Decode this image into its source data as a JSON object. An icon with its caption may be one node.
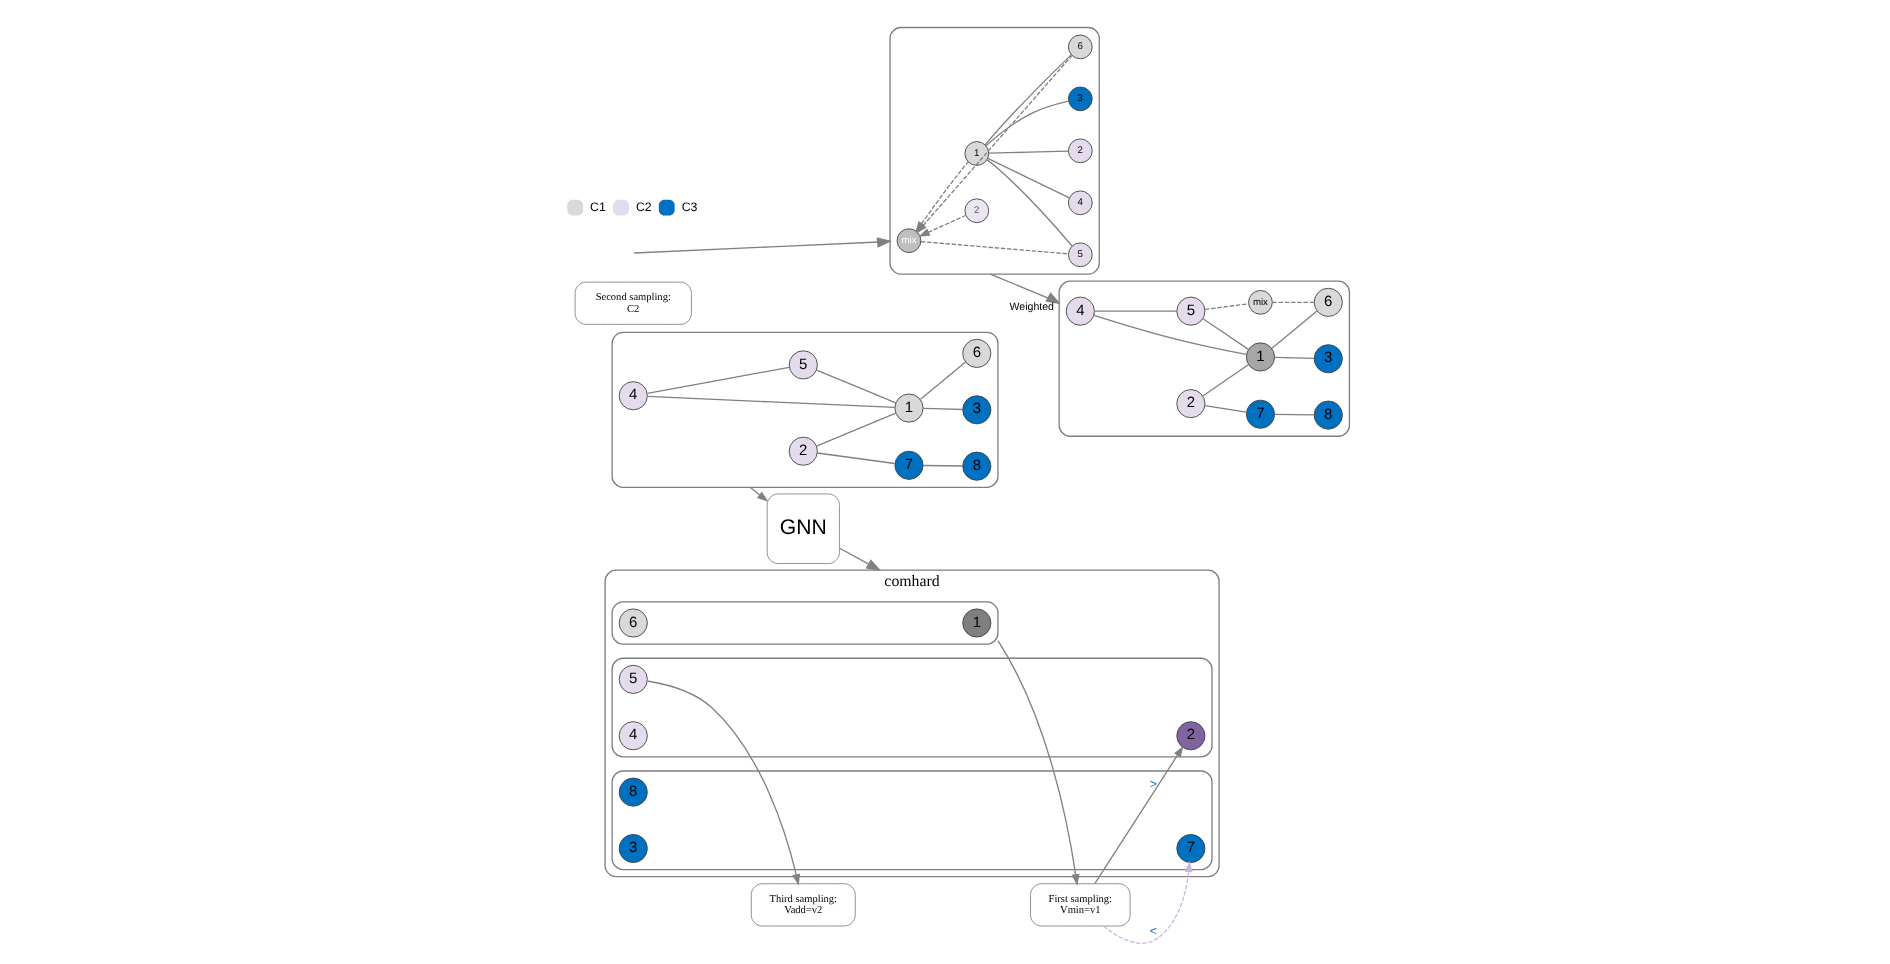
{
  "diagram": {
    "nodes": [
      {
        "text": [],
        "shape": "box"
      },
      {
        "text": [
          "4"
        ],
        "in": 0
      },
      {
        "text": [
          "2"
        ],
        "in": 0
      },
      {
        "text": [
          "7"
        ],
        "in": 0
      },
      {
        "text": [
          "1"
        ],
        "in": 0
      },
      {
        "text": [
          "8"
        ],
        "in": 0
      },
      {
        "text": [
          "5"
        ],
        "in": 0
      },
      {
        "text": [
          "3"
        ],
        "in": 0
      },
      {
        "text": [
          "6"
        ],
        "in": 0
      },
      {
        "text": [
          "GNN"
        ]
      },
      {
        "text": [
          "comhard"
        ]
      },
      {
        "text": [],
        "shape": "box",
        "in": 10
      },
      {
        "text": [
          "1"
        ],
        "in": 11
      },
      {
        "text": [
          "6"
        ],
        "in": 11
      },
      {
        "text": [],
        "shape": "box",
        "in": 10
      },
      {
        "text": [
          "2"
        ],
        "in": 14
      },
      {
        "text": [
          "5"
        ],
        "in": 14
      },
      {
        "text": [
          "4"
        ],
        "in": 14
      },
      {
        "text": [],
        "shape": "box",
        "in": 10
      },
      {
        "text": [
          "8"
        ],
        "in": 18
      },
      {
        "text": [
          "7"
        ],
        "in": 18
      },
      {
        "text": [
          "3"
        ],
        "in": 18
      },
      {
        "text": [
          "First sampling: Vmin=v1"
        ]
      },
      {
        "text": [
          "Second sampling: C2"
        ]
      },
      {
        "text": [
          "Third sampling: Vadd=v2"
        ]
      },
      {
        "text": [],
        "shape": "box"
      },
      {
        "text": [
          "mix"
        ],
        "in": 25
      },
      {
        "text": [
          "1"
        ],
        "in": 25
      },
      {
        "text": [
          "2"
        ],
        "in": 25
      },
      {
        "text": [
          "2"
        ],
        "in": 25
      },
      {
        "text": [
          "3"
        ],
        "in": 25
      },
      {
        "text": [
          "4"
        ],
        "in": 25
      },
      {
        "text": [
          "5"
        ],
        "in": 25
      },
      {
        "text": [
          "6"
        ],
        "in": 25
      },
      {
        "text": [],
        "shape": "box"
      },
      {
        "text": [
          "4"
        ],
        "in": 34
      },
      {
        "text": [
          "2"
        ],
        "in": 34
      },
      {
        "text": [
          "7"
        ],
        "in": 34
      },
      {
        "text": [
          "1"
        ],
        "in": 34
      },
      {
        "text": [
          "8"
        ],
        "in": 34
      },
      {
        "text": [
          "5"
        ],
        "in": 34
      },
      {
        "text": [
          "3"
        ],
        "in": 34
      },
      {
        "text": [
          "mix"
        ],
        "in": 34
      },
      {
        "text": [
          "6"
        ],
        "in": 34
      }
    ],
    "edges": [
      {
        "from": 1,
        "to": 4,
        "arrow": "none"
      },
      {
        "from": 1,
        "to": 6,
        "arrow": "none"
      },
      {
        "from": 6,
        "to": 4,
        "arrow": "none"
      },
      {
        "from": 2,
        "to": 4,
        "arrow": "none"
      },
      {
        "from": 2,
        "to": 3,
        "arrow": "none"
      },
      {
        "from": 3,
        "to": 5,
        "arrow": "none"
      },
      {
        "from": 4,
        "to": 7,
        "arrow": "none"
      },
      {
        "from": 4,
        "to": 8,
        "arrow": "none"
      },
      {
        "from": 0,
        "to": 9,
        "arrow": "to"
      },
      {
        "from": 9,
        "to": 10,
        "arrow": "to"
      },
      {
        "from": 11,
        "to": 22,
        "arrow": "to"
      },
      {
        "from": 22,
        "to": 15,
        "arrow": "to",
        "label": ">"
      },
      {
        "from": 22,
        "to": 20,
        "arrow": "to",
        "label": "<",
        "style": "dashed",
        "color": "#c9b8dc"
      },
      {
        "from": 16,
        "to": 24,
        "arrow": "to"
      },
      {
        "from": null,
        "to": 25,
        "arrow": "to"
      },
      {
        "from": 27,
        "to": 26,
        "arrow": "to",
        "style": "dashed"
      },
      {
        "from": 32,
        "to": 26,
        "arrow": "none",
        "style": "dashed"
      },
      {
        "from": 33,
        "to": 26,
        "arrow": "to",
        "style": "dashed"
      },
      {
        "from": 28,
        "to": 26,
        "arrow": "to",
        "style": "dashed"
      },
      {
        "from": 27,
        "to": 29,
        "arrow": "none"
      },
      {
        "from": 27,
        "to": 30,
        "arrow": "none"
      },
      {
        "from": 27,
        "to": 31,
        "arrow": "none"
      },
      {
        "from": 27,
        "to": 32,
        "arrow": "none"
      },
      {
        "from": 27,
        "to": 33,
        "arrow": "none"
      },
      {
        "from": 25,
        "to": 34,
        "arrow": "to",
        "label": "Weighted"
      },
      {
        "from": 35,
        "to": 38,
        "arrow": "none"
      },
      {
        "from": 35,
        "to": 40,
        "arrow": "none"
      },
      {
        "from": 40,
        "to": 38,
        "arrow": "none"
      },
      {
        "from": 36,
        "to": 38,
        "arrow": "none"
      },
      {
        "from": 36,
        "to": 37,
        "arrow": "none"
      },
      {
        "from": 37,
        "to": 39,
        "arrow": "none"
      },
      {
        "from": 38,
        "to": 41,
        "arrow": "none"
      },
      {
        "from": 38,
        "to": 43,
        "arrow": "none"
      },
      {
        "from": 40,
        "to": 42,
        "arrow": "none",
        "style": "dashed"
      },
      {
        "from": 42,
        "to": 43,
        "arrow": "none",
        "style": "dashed"
      }
    ],
    "legend": [
      {
        "text": "C1",
        "color": "#d9d9d9"
      },
      {
        "text": "C2",
        "color": "#e4dcec"
      },
      {
        "text": "C3",
        "color": "#0070c0"
      }
    ]
  }
}
